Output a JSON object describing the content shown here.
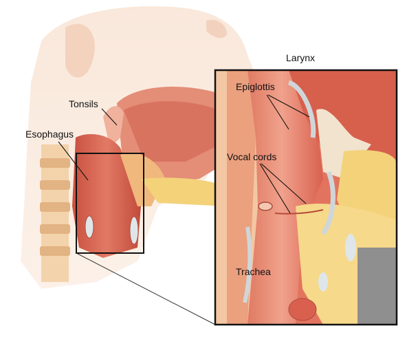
{
  "labels": {
    "larynx": "Larynx",
    "tonsils": "Tonsils",
    "esophagus": "Esophagus",
    "epiglottis": "Epiglottis",
    "vocal_cords": "Vocal cords",
    "trachea": "Trachea"
  },
  "colors": {
    "skin_fade": "#f6dcc8",
    "tissue_red": "#d9604f",
    "tissue_light": "#ec9a86",
    "fat_yellow": "#f3d27a",
    "cartilage": "#cfd6da",
    "frame": "#111111"
  }
}
